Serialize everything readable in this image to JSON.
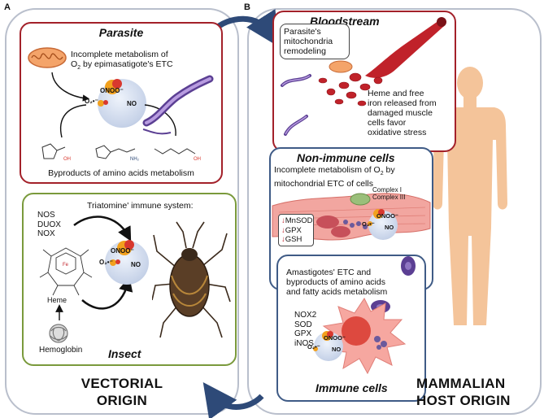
{
  "panel_labels": {
    "a": "A",
    "b": "B"
  },
  "left": {
    "footer_line1": "VECTORIAL",
    "footer_line2": "ORIGIN",
    "parasite": {
      "title": "Parasite",
      "text1": "Incomplete metabolism of",
      "text2_pre": "O",
      "text2_sub": "2",
      "text2_post": " by epimasatigote's ETC",
      "byproducts": "Byproducts of amino acids metabolism",
      "onoo": "ONOO⁻",
      "o2": "O₂•⁻",
      "no": "NO"
    },
    "insect": {
      "title": "Insect",
      "immune_system": "Triatomine' immune system:",
      "enzymes": [
        "NOS",
        "DUOX",
        "NOX"
      ],
      "heme": "Heme",
      "hemoglobin": "Hemoglobin",
      "onoo": "ONOO⁻",
      "o2": "O₂•⁻",
      "no": "NO"
    }
  },
  "right": {
    "footer_line1": "MAMMALIAN",
    "footer_line2": "HOST ORIGIN",
    "bloodstream": {
      "title": "Bloodstream",
      "callout": [
        "Parasite's",
        "mitochondria",
        "remodeling"
      ],
      "heme_text": [
        "Heme and free",
        "iron released from",
        "damaged muscle",
        "cells favor",
        "oxidative stress"
      ]
    },
    "nonimmune": {
      "title": "Non-immune cells",
      "text1_pre": "Incomplete metabolism of O",
      "text1_sub": "2",
      "text1_post": " by",
      "text2": "mitochondrial ETC of cells",
      "complex1": "Complex I",
      "complex3": "Complex III",
      "antioxidants": [
        "MnSOD",
        "GPX",
        "GSH"
      ],
      "onoo": "ONOO⁻",
      "o2": "O₂•⁻",
      "no": "NO"
    },
    "amastigotes": [
      "Amastigotes' ETC and",
      "byproducts of amino acids",
      "and fatty acids metabolism"
    ],
    "immune": {
      "title": "Immune cells",
      "enzymes": [
        "NOX2",
        "SOD",
        "GPX",
        "iNOS"
      ],
      "onoo": "ONOO⁻",
      "o2": "O₂•⁻",
      "no": "NO"
    }
  },
  "colors": {
    "parasite_border": "#a3212a",
    "insect_border": "#7a9a3c",
    "bloodstream_border": "#a3212a",
    "cells_border": "#3f5b86",
    "outer_border": "#b9bfcc",
    "arrow": "#2e4a78",
    "body_skin": "#f4c49a",
    "blood_red": "#c0222a",
    "ros_red": "#d8382e",
    "ros_orange": "#f2a11e"
  }
}
